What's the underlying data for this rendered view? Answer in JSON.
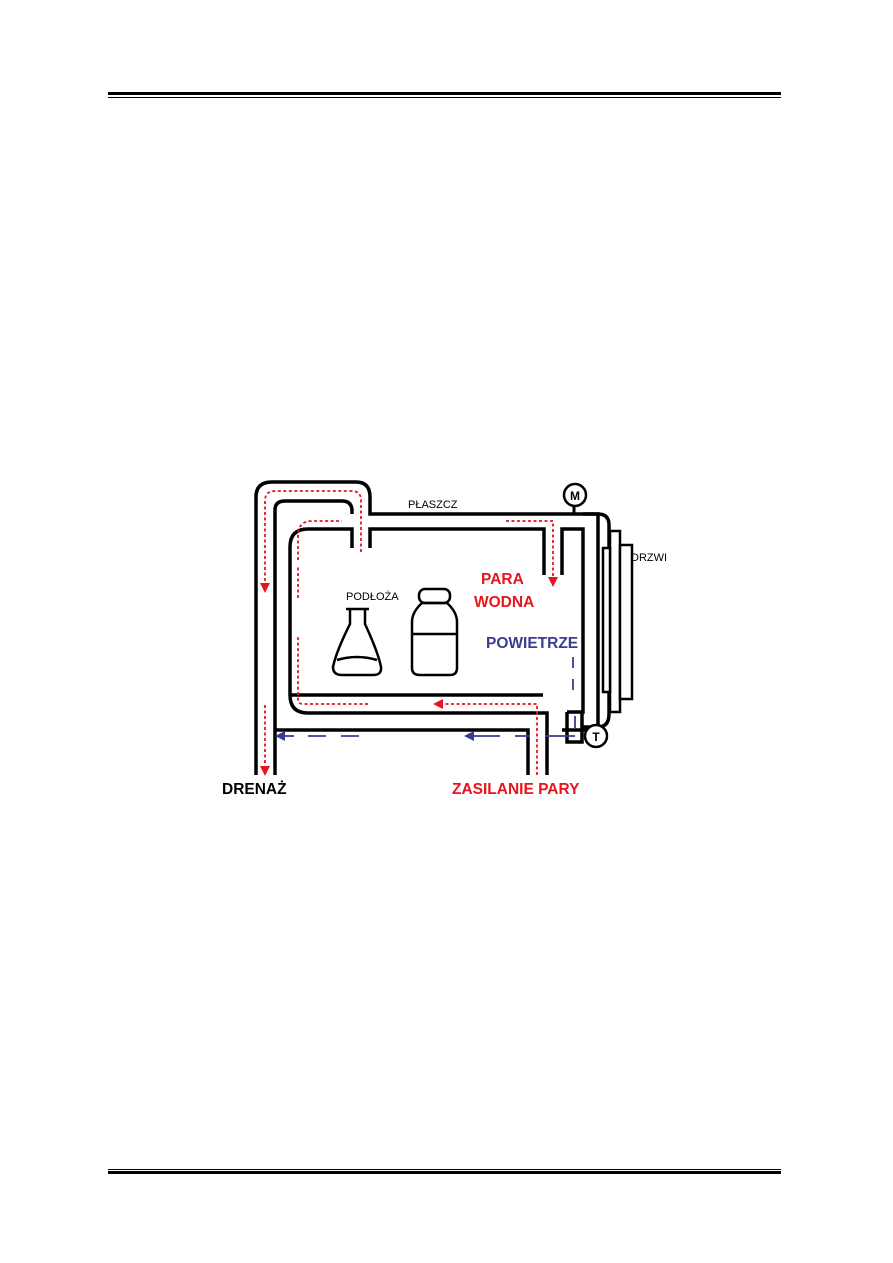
{
  "diagram": {
    "labels": {
      "jacket": "PŁASZCZ",
      "door": "DRZWI",
      "media": "PODŁOŻA",
      "steam_line1": "PARA",
      "steam_line2": "WODNA",
      "air": "POWIETRZE",
      "drain": "DRENAŻ",
      "steam_supply": "ZASILANIE PARY",
      "manometer": "M",
      "thermometer": "T"
    },
    "colors": {
      "steam": "#e8141e",
      "air": "#3a3c94",
      "line": "#000000"
    }
  }
}
